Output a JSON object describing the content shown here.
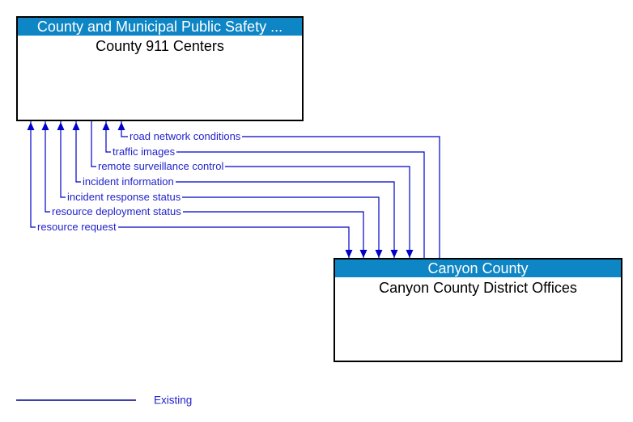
{
  "colors": {
    "background": "#FFFFFF",
    "header_bg": "#0E85C4",
    "header_text": "#FFFFFF",
    "box_border": "#000000",
    "body_text": "#000000",
    "flow_line": "#0000C8",
    "flow_label": "#2222CC",
    "legend_line": "#000090",
    "legend_text": "#2222CC"
  },
  "boxes": {
    "top": {
      "header": "County and Municipal Public Safety ...",
      "body": "County 911 Centers"
    },
    "bottom": {
      "header": "Canyon County",
      "body": "Canyon County District Offices"
    }
  },
  "flows": [
    {
      "label": "road network conditions",
      "direction": "to-county-911-centers",
      "status": "existing"
    },
    {
      "label": "traffic images",
      "direction": "to-county-911-centers",
      "status": "existing"
    },
    {
      "label": "remote surveillance control",
      "direction": "to-district-offices",
      "status": "existing"
    },
    {
      "label": "incident information",
      "direction": "bidirectional",
      "status": "existing"
    },
    {
      "label": "incident response status",
      "direction": "bidirectional",
      "status": "existing"
    },
    {
      "label": "resource deployment status",
      "direction": "bidirectional",
      "status": "existing"
    },
    {
      "label": "resource request",
      "direction": "bidirectional",
      "status": "existing"
    }
  ],
  "legend": {
    "label": "Existing"
  }
}
